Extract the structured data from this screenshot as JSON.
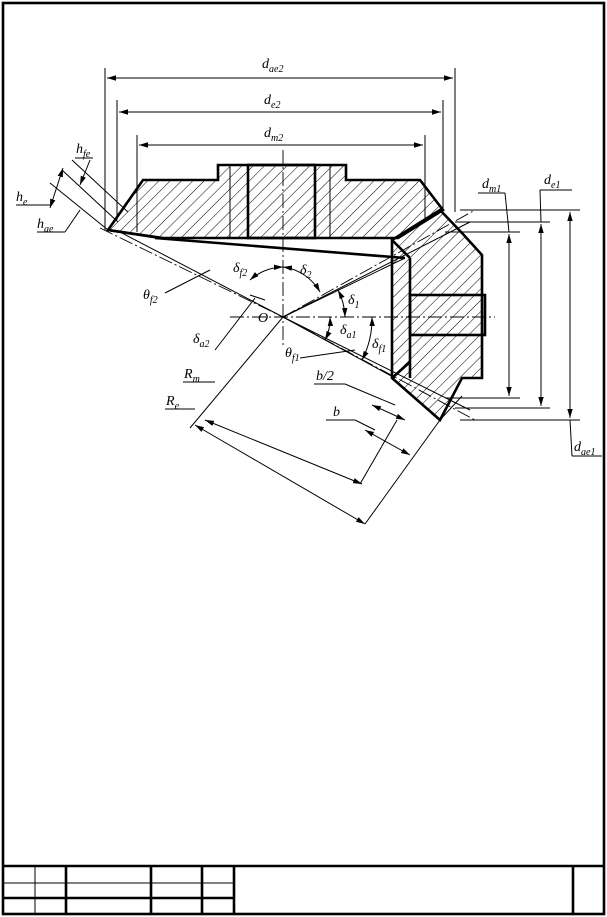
{
  "labels": {
    "d_ae2": {
      "main": "d",
      "sub": "ae2"
    },
    "d_e2": {
      "main": "d",
      "sub": "e2"
    },
    "d_m2": {
      "main": "d",
      "sub": "m2"
    },
    "h_fe": {
      "main": "h",
      "sub": "fe"
    },
    "h_e": {
      "main": "h",
      "sub": "e"
    },
    "h_ae": {
      "main": "h",
      "sub": "ae"
    },
    "d_m1": {
      "main": "d",
      "sub": "m1"
    },
    "d_e1": {
      "main": "d",
      "sub": "e1"
    },
    "d_ae1": {
      "main": "d",
      "sub": "ae1"
    },
    "delta_f2": {
      "main": "δ",
      "sub": "f2"
    },
    "delta_2": {
      "main": "δ",
      "sub": "2"
    },
    "delta_1": {
      "main": "δ",
      "sub": "1"
    },
    "delta_a1": {
      "main": "δ",
      "sub": "a1"
    },
    "delta_f1": {
      "main": "δ",
      "sub": "f1"
    },
    "delta_a2": {
      "main": "δ",
      "sub": "a2"
    },
    "theta_f2": {
      "main": "θ",
      "sub": "f2"
    },
    "theta_f1": {
      "main": "θ",
      "sub": "f1"
    },
    "origin": "O",
    "b_half": "b/2",
    "b": "b",
    "R_m": {
      "main": "R",
      "sub": "m"
    },
    "R_e": {
      "main": "R",
      "sub": "e"
    }
  },
  "title_block": {
    "cells": [
      "",
      "",
      "",
      "",
      "",
      "",
      "",
      "",
      "",
      "",
      "",
      ""
    ]
  }
}
